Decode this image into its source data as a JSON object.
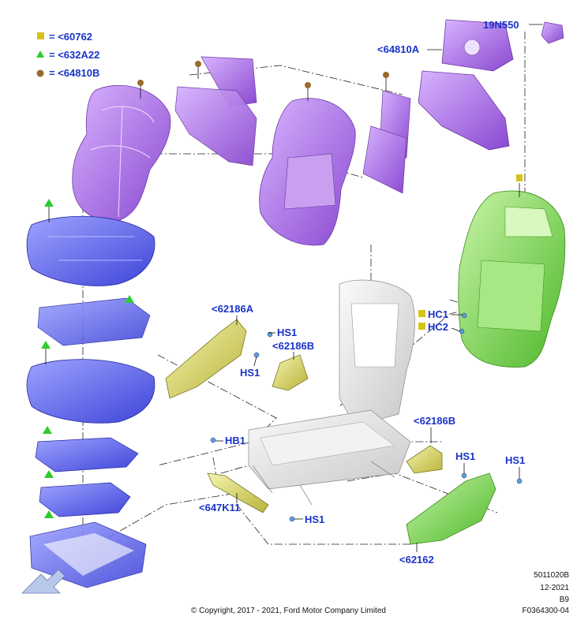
{
  "legend": [
    {
      "symbol": "square-icon",
      "color": "#d8c21a",
      "text": "= <60762"
    },
    {
      "symbol": "triangle-icon",
      "color": "#2ecc2e",
      "text": "= <632A22"
    },
    {
      "symbol": "circle-icon",
      "color": "#9a6a2a",
      "text": "= <64810B"
    }
  ],
  "labels": {
    "p19N550": "19N550",
    "p64810A": "<64810A",
    "p62186A": "<62186A",
    "p62186B_top": "<62186B",
    "p62186B_bottom": "<62186B",
    "hs1_a": "HS1",
    "hs1_b": "HS1",
    "hs1_c": "HS1",
    "hs1_d": "HS1",
    "hs1_e": "HS1",
    "hc1": "HC1",
    "hc2": "HC2",
    "hb1": "HB1",
    "p647K11": "<647K11",
    "p62162": "<62162"
  },
  "footer": {
    "copyright": "© Copyright, 2017 - 2021, Ford Motor Company Limited",
    "code": "5011020B",
    "date": "12-2021",
    "revision": "B9",
    "figure": "F0364300-04"
  },
  "colors": {
    "label_blue": "#1a33c8",
    "purple_part": "#b07ee6",
    "blue_part": "#6a6ff0",
    "green_part": "#7fdc4e",
    "yellow_part": "#e3e07a",
    "frame_grey": "#e6e6e6"
  }
}
